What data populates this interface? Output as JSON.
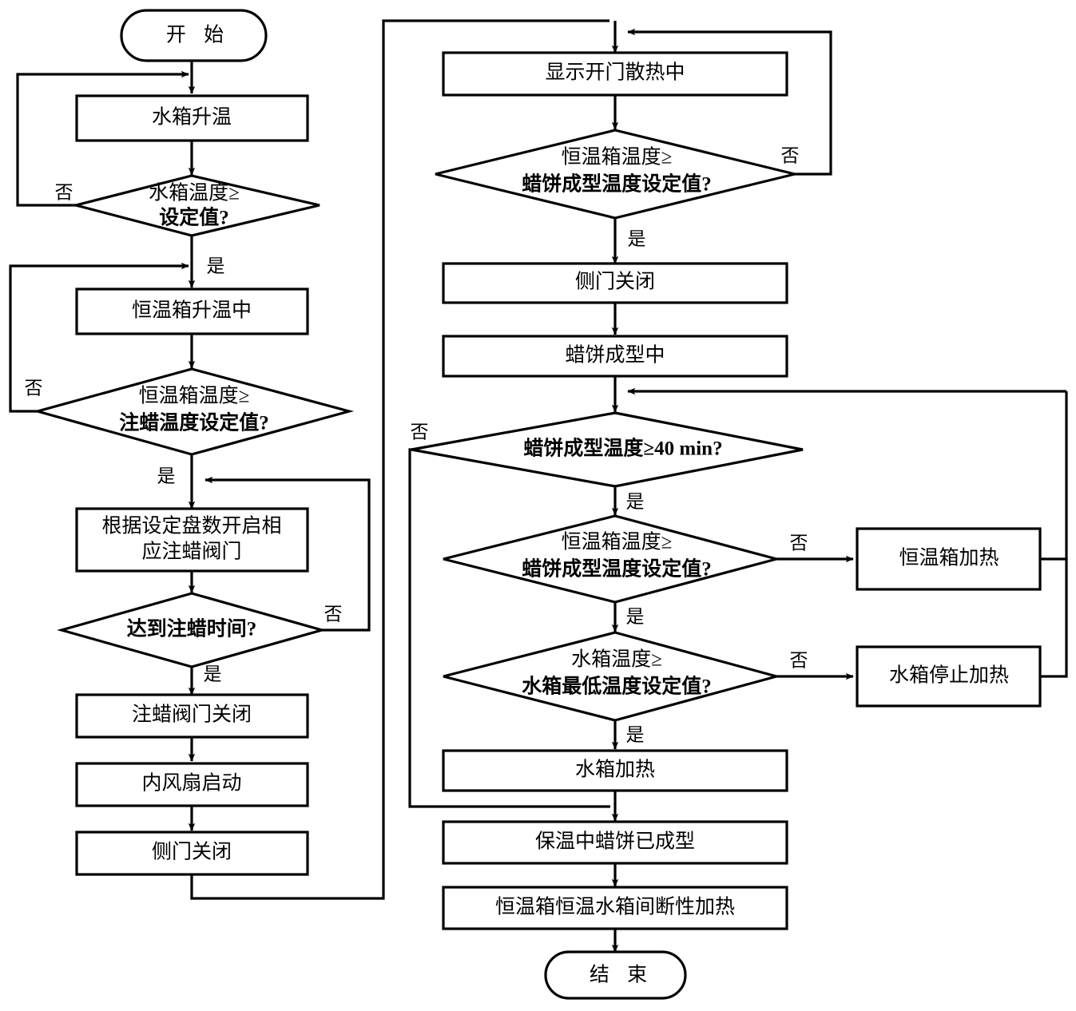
{
  "diagram": {
    "type": "flowchart",
    "title_visible": false,
    "language": "zh-CN",
    "colors": {
      "line": "#000000",
      "fill": "#ffffff",
      "text": "#000000"
    },
    "labels": {
      "yes": "是",
      "no": "否"
    },
    "nodes": {
      "start": {
        "shape": "terminator",
        "text": "开 始"
      },
      "tank_heat_up": {
        "shape": "process",
        "text": "水箱升温"
      },
      "tank_temp_check": {
        "shape": "decision",
        "line1": "水箱温度≥",
        "line2": "设定值?"
      },
      "oven_heating": {
        "shape": "process",
        "text": "恒温箱升温中"
      },
      "oven_temp_wax_check": {
        "shape": "decision",
        "line1": "恒温箱温度≥",
        "line2": "注蜡温度设定值?"
      },
      "open_valves": {
        "shape": "process",
        "line1": "根据设定盘数开启相",
        "line2": "应注蜡阀门"
      },
      "wax_time_check": {
        "shape": "decision",
        "text": "达到注蜡时间?"
      },
      "valve_close": {
        "shape": "process",
        "text": "注蜡阀门关闭"
      },
      "fan_start": {
        "shape": "process",
        "text": "内风扇启动"
      },
      "side_door_close_1": {
        "shape": "process",
        "text": "侧门关闭"
      },
      "show_cooling": {
        "shape": "process",
        "text": "显示开门散热中"
      },
      "oven_temp_mold_check_1": {
        "shape": "decision",
        "line1": "恒温箱温度≥",
        "line2": "蜡饼成型温度设定值?"
      },
      "side_door_close_2": {
        "shape": "process",
        "text": "侧门关闭"
      },
      "wax_cake_molding": {
        "shape": "process",
        "text": "蜡饼成型中"
      },
      "mold_time_check": {
        "shape": "decision",
        "text": "蜡饼成型温度≥40 min?"
      },
      "oven_temp_mold_check_2": {
        "shape": "decision",
        "line1": "恒温箱温度≥",
        "line2": "蜡饼成型温度设定值?"
      },
      "oven_heat": {
        "shape": "process",
        "text": "恒温箱加热"
      },
      "tank_temp_min_check": {
        "shape": "decision",
        "line1": "水箱温度≥",
        "line2": "水箱最低温度设定值?"
      },
      "tank_stop_heat": {
        "shape": "process",
        "text": "水箱停止加热"
      },
      "tank_heat": {
        "shape": "process",
        "text": "水箱加热"
      },
      "keep_warm": {
        "shape": "process",
        "text": "保温中蜡饼已成型"
      },
      "intermittent_heat": {
        "shape": "process",
        "text": "恒温箱恒温水箱间断性加热"
      },
      "end": {
        "shape": "terminator",
        "text": "结 束"
      }
    },
    "edge_labels": {
      "tank_temp_no": "否",
      "tank_temp_yes": "是",
      "oven_wax_no": "否",
      "oven_wax_yes": "是",
      "wax_time_no": "否",
      "wax_time_yes": "是",
      "mold_check1_no": "否",
      "mold_check1_yes": "是",
      "mold_time_no": "否",
      "mold_time_yes": "是",
      "mold_check2_no": "否",
      "mold_check2_yes": "是",
      "tank_min_no": "否",
      "tank_min_yes": "是"
    }
  }
}
